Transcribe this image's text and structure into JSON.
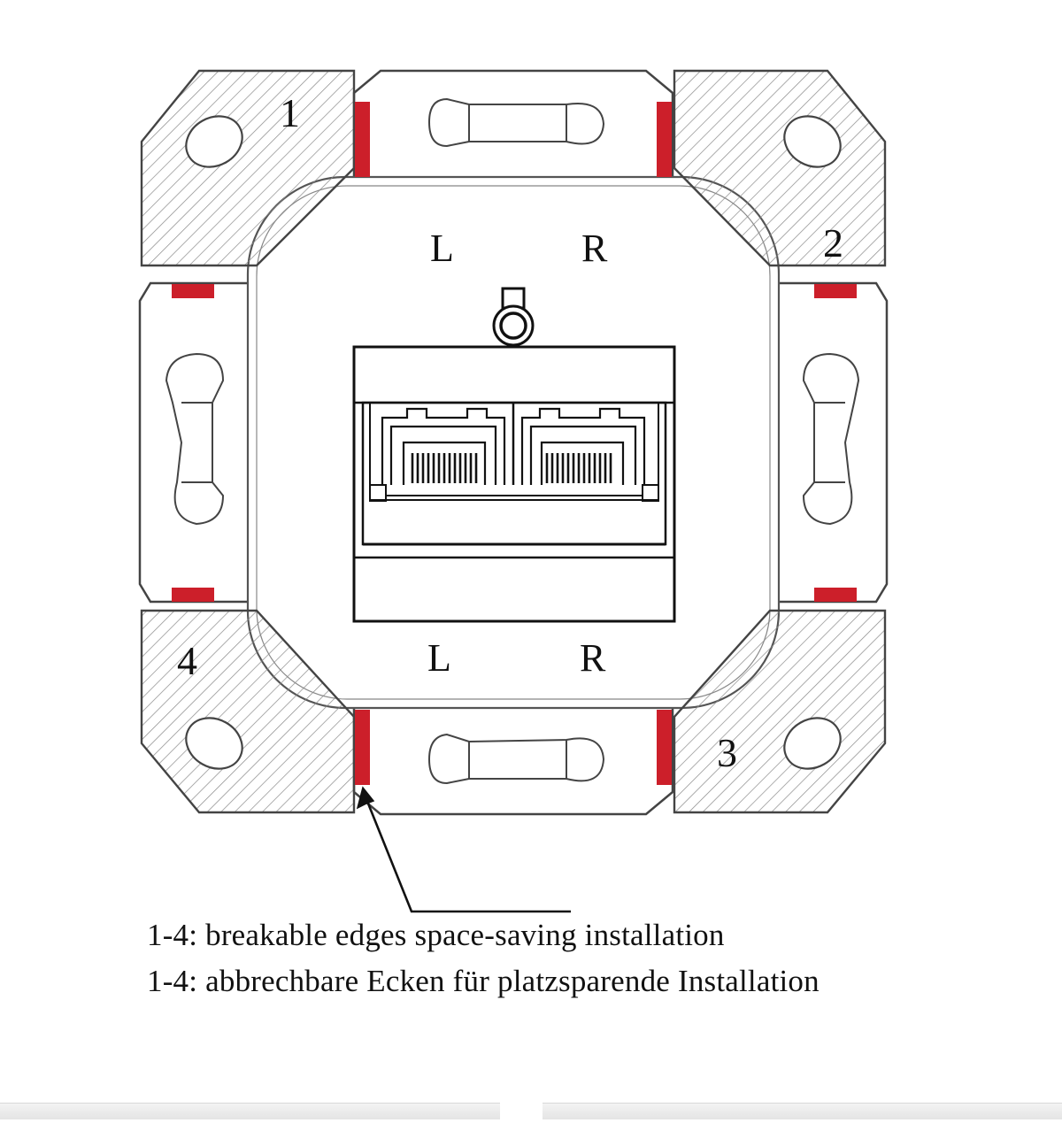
{
  "diagram": {
    "corner_labels": [
      "1",
      "2",
      "3",
      "4"
    ],
    "port_labels_top": [
      "L",
      "R"
    ],
    "port_labels_bottom": [
      "L",
      "R"
    ],
    "caption_en": "1-4: breakable edges space-saving installation",
    "caption_de": "1-4: abbrechbare Ecken für platzsparende Installation"
  },
  "colors": {
    "line": "#222222",
    "break_mark": "#cc1f2a",
    "hatch": "#8a8a8a",
    "background": "#ffffff"
  },
  "icons": [
    "rj45-port-icon",
    "rj45-port-icon",
    "screw-hole-icon",
    "mounting-slot-icon"
  ]
}
